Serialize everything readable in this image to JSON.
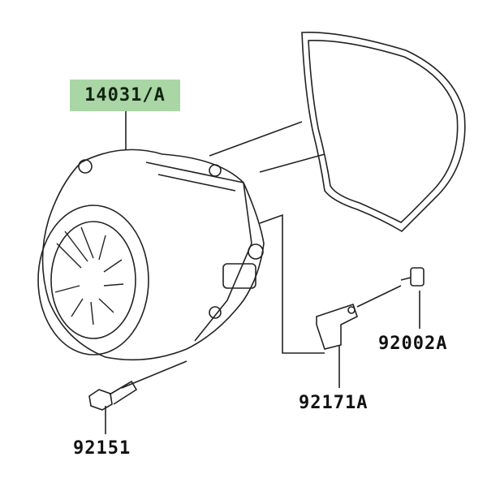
{
  "parts": [
    {
      "id": "cover",
      "label": "14031/A",
      "highlighted": true
    },
    {
      "id": "bolt-small",
      "label": "92002A"
    },
    {
      "id": "bracket",
      "label": "92171A"
    },
    {
      "id": "bolt-long",
      "label": "92151"
    }
  ],
  "colors": {
    "highlight": "#a9d6a4",
    "line": "#222222"
  }
}
